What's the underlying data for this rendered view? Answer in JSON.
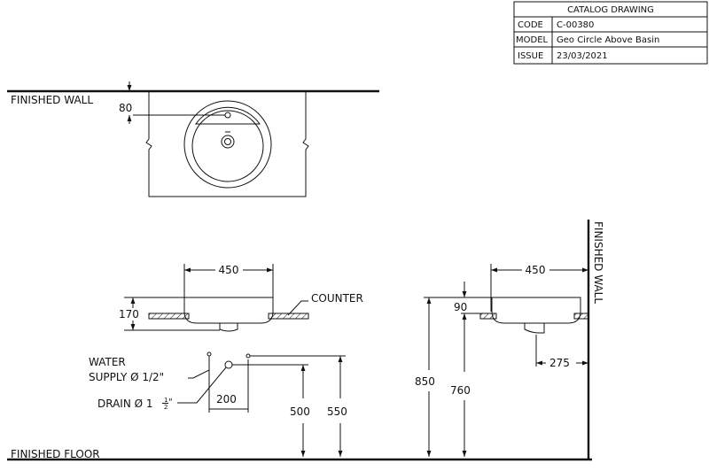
{
  "title_block": {
    "header": "CATALOG DRAWING",
    "rows": [
      {
        "label": "CODE",
        "value": "C-00380"
      },
      {
        "label": "MODEL",
        "value": "Geo Circle Above Basin"
      },
      {
        "label": "ISSUE",
        "value": "23/03/2021"
      }
    ]
  },
  "plan_view": {
    "wall_label": "FINISHED WALL",
    "dim_wall_to_faucet": "80"
  },
  "front_view": {
    "dim_width": "450",
    "dim_height": "170",
    "counter_label": "COUNTER",
    "water_supply_label_1": "WATER",
    "water_supply_label_2": "SUPPLY Ø 1/2\"",
    "drain_label": "DRAIN Ø 1",
    "drain_fraction_num": "1",
    "drain_fraction_den": "2",
    "drain_fraction_suffix": "\"",
    "dim_drain_offset": "200",
    "dim_drain_height": "500",
    "dim_supply_height": "550"
  },
  "side_view": {
    "wall_label": "FINISHED WALL",
    "dim_width": "450",
    "dim_top_offset": "90",
    "dim_drain_from_wall": "275",
    "dim_counter_height": "850",
    "dim_counter_to_base": "760"
  },
  "floor_label": "FINISHED FLOOR"
}
